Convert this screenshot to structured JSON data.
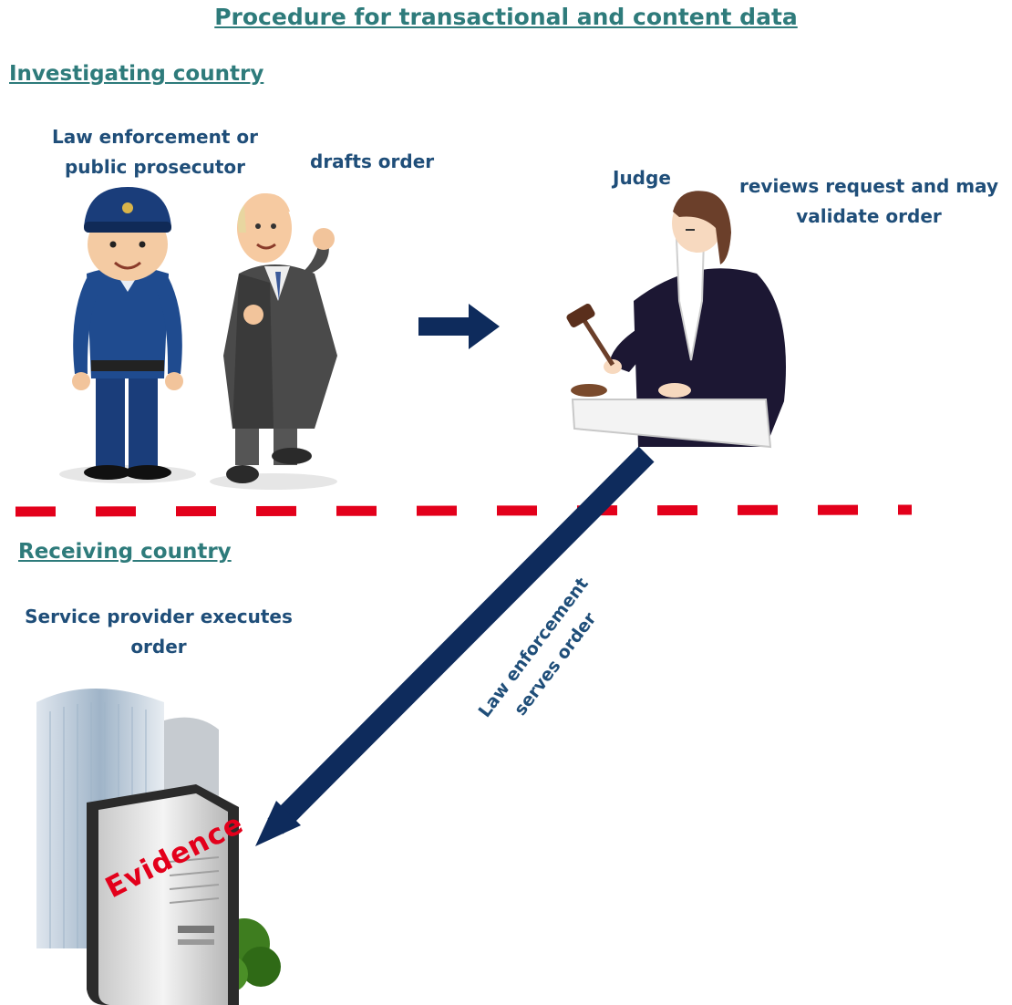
{
  "title": "Procedure for transactional and content data",
  "sections": {
    "investigating": "Investigating country",
    "receiving": "Receiving country"
  },
  "actors": {
    "law_enforcement": "Law enforcement or\npublic prosecutor",
    "drafts": "drafts order",
    "judge": "Judge",
    "judge_action": "reviews request and may\nvalidate order",
    "provider": "Service provider executes\norder"
  },
  "arrow_label": "Law enforcement\nserves order",
  "evidence": "Evidence",
  "colors": {
    "heading": "#2e7b7b",
    "label": "#1f4e79",
    "arrow": "#0e2b5c",
    "border_line": "#e3001b",
    "evidence": "#e3001b"
  }
}
